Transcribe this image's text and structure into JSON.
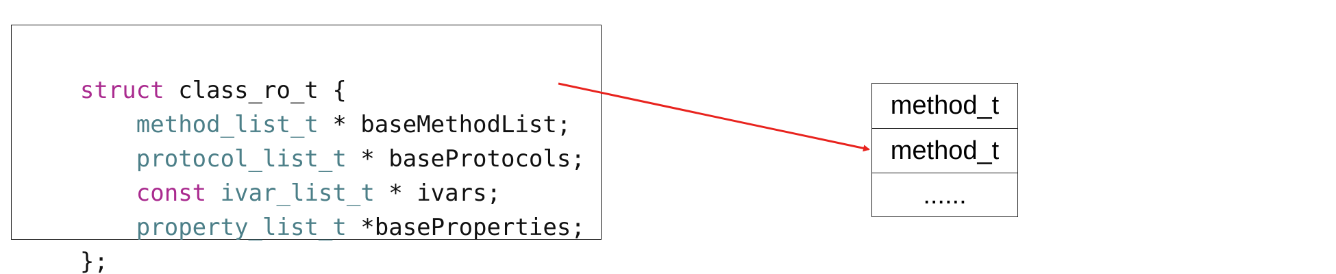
{
  "code": {
    "lines": [
      [
        {
          "t": "struct",
          "c": "kw"
        },
        {
          "t": " class_ro_t {",
          "c": "tx"
        }
      ],
      [
        {
          "t": "    ",
          "c": "tx"
        },
        {
          "t": "method_list_t",
          "c": "ty"
        },
        {
          "t": " * baseMethodList;",
          "c": "tx"
        }
      ],
      [
        {
          "t": "    ",
          "c": "tx"
        },
        {
          "t": "protocol_list_t",
          "c": "ty"
        },
        {
          "t": " * baseProtocols;",
          "c": "tx"
        }
      ],
      [
        {
          "t": "    ",
          "c": "tx"
        },
        {
          "t": "const",
          "c": "kw"
        },
        {
          "t": " ",
          "c": "tx"
        },
        {
          "t": "ivar_list_t",
          "c": "ty"
        },
        {
          "t": " * ivars;",
          "c": "tx"
        }
      ],
      [
        {
          "t": "    ",
          "c": "tx"
        },
        {
          "t": "property_list_t",
          "c": "ty"
        },
        {
          "t": " *baseProperties;",
          "c": "tx"
        }
      ],
      [
        {
          "t": "};",
          "c": "tx"
        }
      ]
    ]
  },
  "method_list": {
    "items": [
      "method_t",
      "method_t",
      "......"
    ]
  },
  "colors": {
    "keyword": "#aa2b8f",
    "type": "#4c7f88",
    "text": "#111111",
    "arrow": "#e8231e"
  }
}
